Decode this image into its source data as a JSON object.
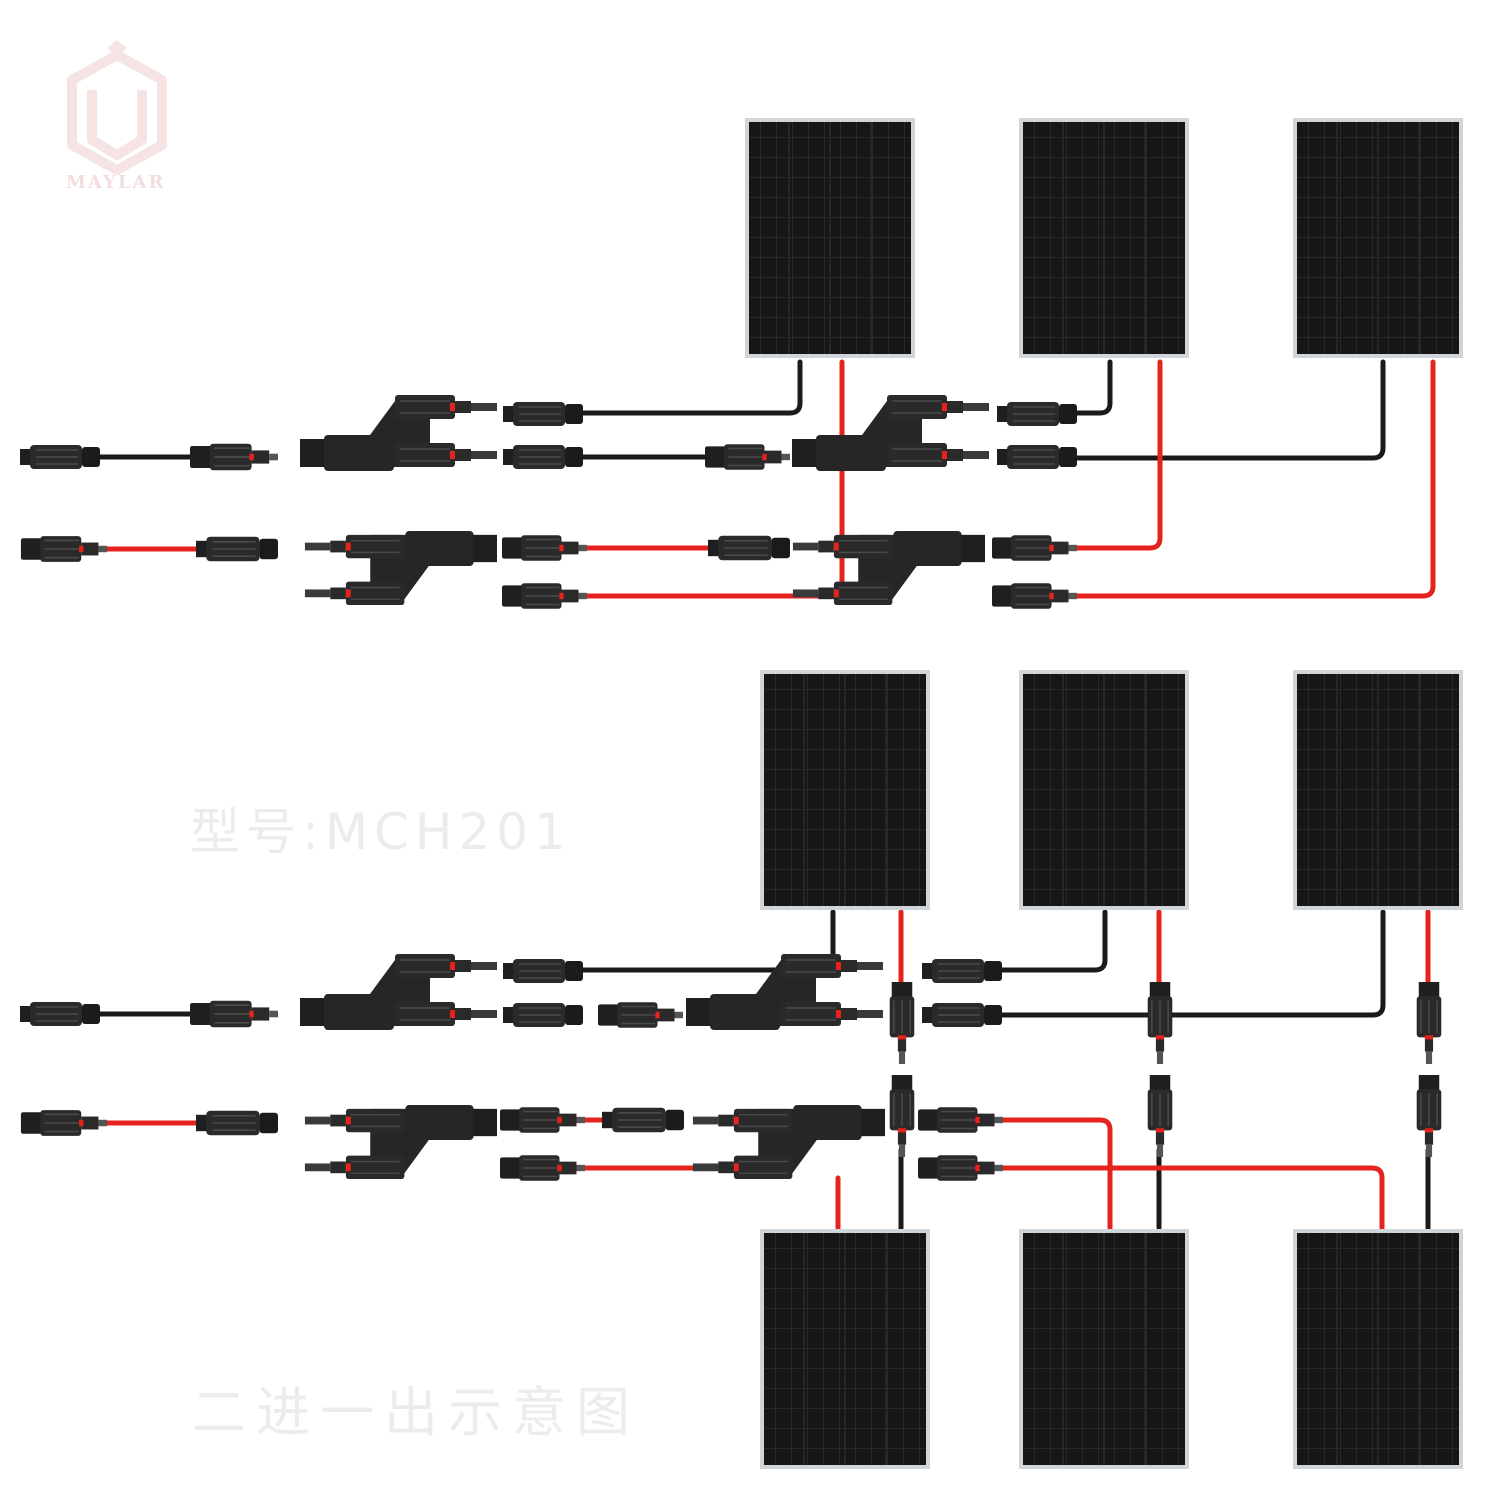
{
  "watermark": {
    "brand": "MAYLAR",
    "model_text": "型号:MCH201",
    "caption_text": "二进一出示意图"
  },
  "colors": {
    "positive_wire": "#e5231d",
    "negative_wire": "#1a1a1a",
    "panel_cell": "#161616",
    "panel_frame": "#cfd5d8",
    "connector_body": "#232323",
    "watermark_text": "#ececec",
    "logo_tint": "#f6e4e4"
  },
  "diagram": {
    "top_section": {
      "panels": 3,
      "configuration": "3 panels in parallel via branch connectors"
    },
    "bottom_section": {
      "panels": 6,
      "configuration": "3 pairs in series, pairs in parallel via branch connectors"
    },
    "icons": [
      "solar-panel-icon",
      "mc4-male-connector-icon",
      "mc4-female-connector-icon",
      "branch-y-connector-icon",
      "inline-series-connector-icon",
      "brand-logo-icon"
    ]
  }
}
